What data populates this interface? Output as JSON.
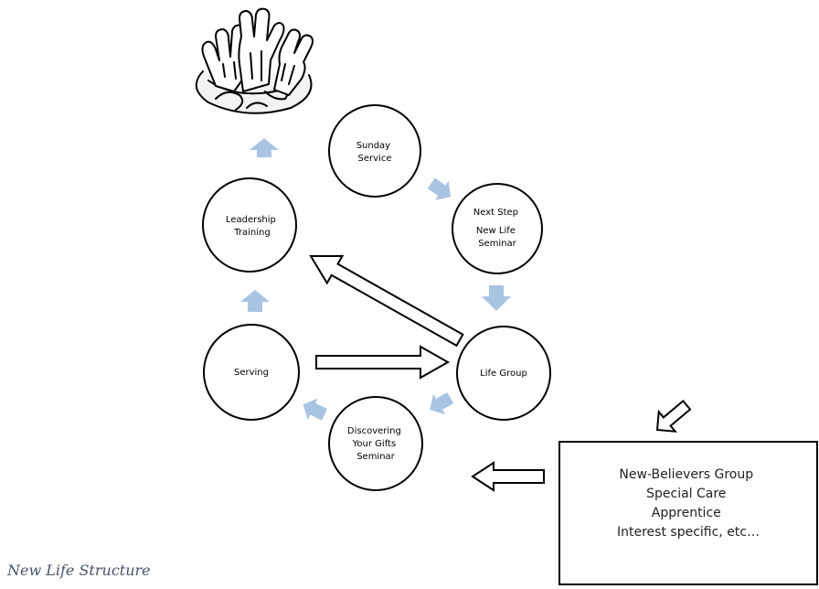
{
  "diagram": {
    "nodes": {
      "sunday_service": [
        "Sunday",
        "Service"
      ],
      "next_step": [
        "Next Step",
        "New Life",
        "Seminar"
      ],
      "leadership_training": [
        "Leadership",
        "Training"
      ],
      "serving": [
        "Serving"
      ],
      "life_group": [
        "Life Group"
      ],
      "discovering_gifts": [
        "Discovering",
        "Your Gifts",
        "Seminar"
      ]
    },
    "group_types": [
      "New-Believers Group",
      "Special Care",
      "Apprentice",
      "Interest specific, etc…"
    ],
    "caption": "New Life Structure",
    "colors": {
      "flow_arrow": "#a9c4e3",
      "outline": "#000000",
      "caption": "#44546a"
    },
    "icon": "raised-hands-globe-icon"
  }
}
